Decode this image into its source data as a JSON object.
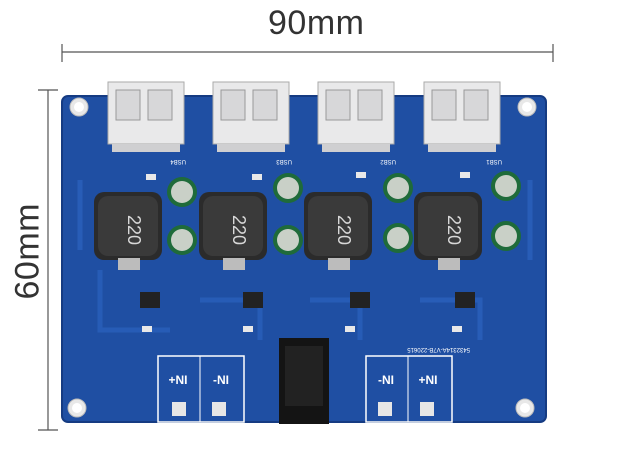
{
  "dimensions": {
    "width": "90mm",
    "height": "60mm"
  },
  "board": {
    "colors": {
      "pcb": "#1f4fa3",
      "pcb_dark": "#163d85",
      "silk": "#ffffff"
    },
    "inductor_marking": "220",
    "usb_ports": [
      "USB4",
      "USB3",
      "USB2",
      "USB1"
    ],
    "terminals": [
      {
        "plus": "+NI",
        "minus": "-NI"
      },
      {
        "minus": "-NI",
        "plus": "+NI"
      }
    ],
    "board_code": "5432314A-V7B-220615"
  }
}
